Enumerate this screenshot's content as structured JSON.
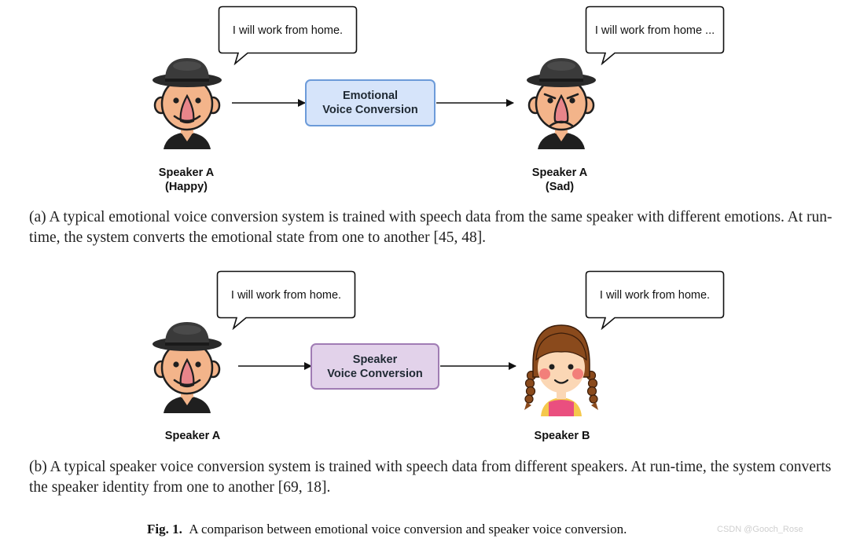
{
  "panel_a": {
    "bubble_left": "I will work from home.",
    "bubble_right": "I will work from home ...",
    "box_line1": "Emotional",
    "box_line2": "Voice Conversion",
    "left_speaker_name": "Speaker A",
    "left_speaker_state": "(Happy)",
    "right_speaker_name": "Speaker A",
    "right_speaker_state": "(Sad)",
    "caption": "(a) A typical emotional voice conversion system is trained with speech data from the same speaker with different emotions. At run-time, the system converts the emotional state from one to another [45, 48]."
  },
  "panel_b": {
    "bubble_left": "I will work from home.",
    "bubble_right": "I will work from home.",
    "box_line1": "Speaker",
    "box_line2": "Voice Conversion",
    "left_speaker_name": "Speaker A",
    "right_speaker_name": "Speaker B",
    "caption": "(b) A typical speaker voice conversion system is trained with speech data from different speakers. At run-time, the system converts the speaker identity from one to another [69, 18]."
  },
  "figure": {
    "label": "Fig. 1.",
    "caption": "A comparison between emotional voice conversion and speaker voice conversion."
  },
  "watermark": "CSDN @Gooch_Rose",
  "icons": {
    "male": "man-with-hat-icon",
    "female": "girl-with-pigtails-icon"
  },
  "colors": {
    "emotional_box_fill": "#d6e4fa",
    "emotional_box_border": "#6c9bd9",
    "speaker_box_fill": "#e2d2ea",
    "speaker_box_border": "#a07cb4"
  }
}
